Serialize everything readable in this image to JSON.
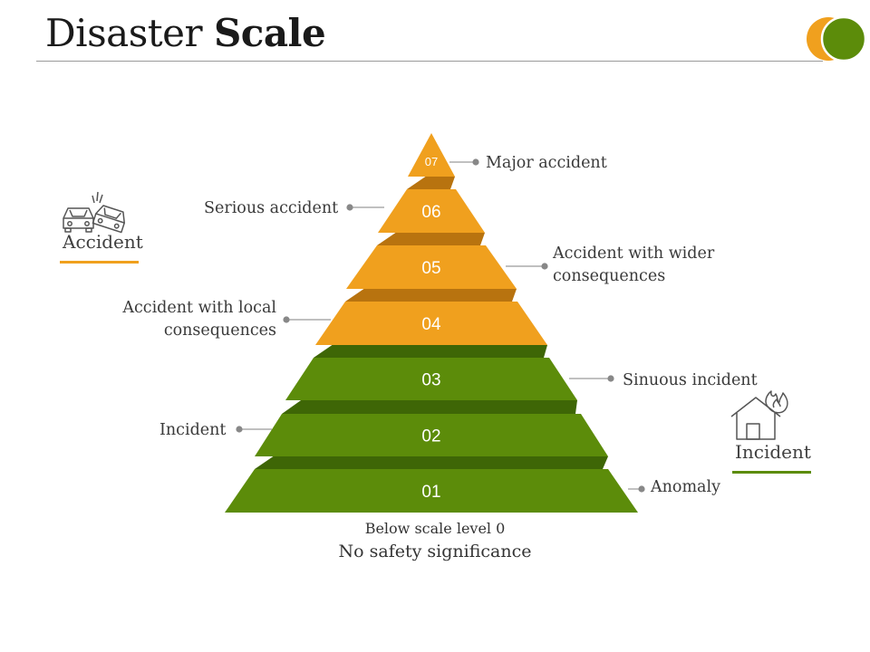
{
  "title": {
    "regular": "Disaster",
    "bold": "Scale"
  },
  "colors": {
    "orange": "#F0A01E",
    "orange_dark": "#B8730F",
    "green": "#5C8C0A",
    "green_dark": "#3E6606",
    "connector": "#888888"
  },
  "tiers": [
    {
      "number": "01",
      "label": "Anomaly",
      "color": "green"
    },
    {
      "number": "02",
      "label": "Incident",
      "color": "green"
    },
    {
      "number": "03",
      "label": "Sinuous incident",
      "color": "green"
    },
    {
      "number": "04",
      "label": "Accident with local consequences",
      "color": "orange"
    },
    {
      "number": "05",
      "label": "Accident with wider consequences",
      "color": "orange"
    },
    {
      "number": "06",
      "label": "Serious accident",
      "color": "orange"
    },
    {
      "number": "07",
      "label": "Major accident",
      "color": "orange"
    }
  ],
  "side_left": {
    "caption": "Accident",
    "icon": "car-crash-icon"
  },
  "side_right": {
    "caption": "Incident",
    "icon": "house-fire-icon"
  },
  "below": {
    "line1": "Below scale level 0",
    "line2": "No safety significance"
  }
}
